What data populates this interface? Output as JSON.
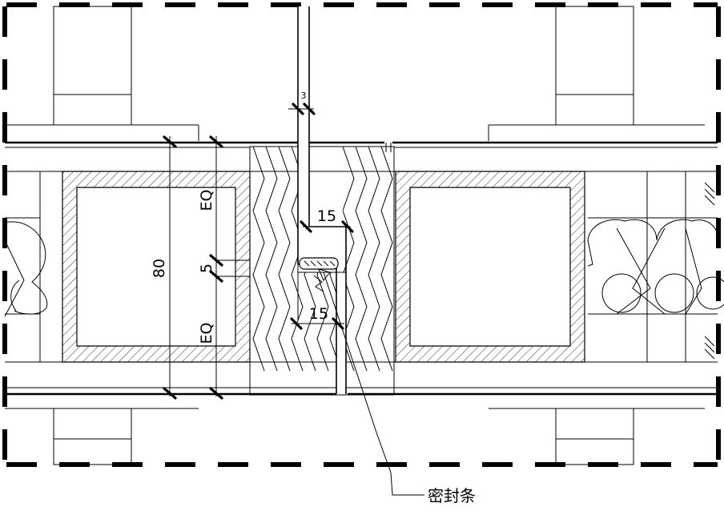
{
  "dimensions": {
    "total": "80",
    "eq_top": "EQ",
    "eq_bottom": "EQ",
    "gap": "5",
    "flange_top": "15",
    "flange_bottom": "15",
    "glass_gap": "3"
  },
  "labels": {
    "seal_strip": "密封条"
  }
}
